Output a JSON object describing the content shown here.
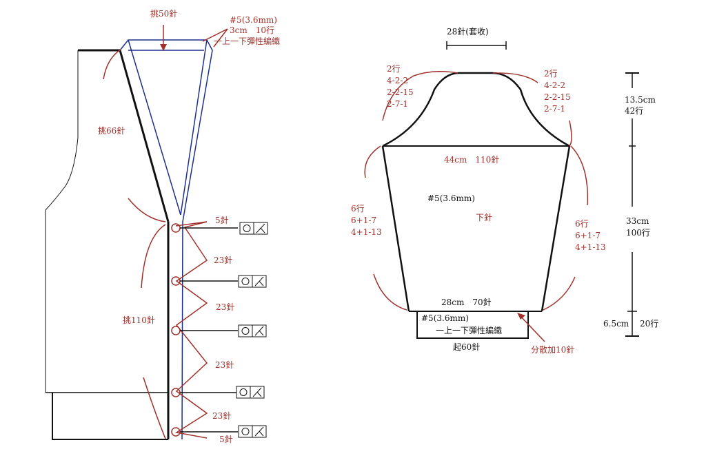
{
  "vest": {
    "collar_pick": "挑50針",
    "band_needle": "#5(3.6mm)",
    "band_size": "3cm　10行",
    "band_stitch": "一上一下彈性編織",
    "v_neck_pick": "挑66針",
    "front_pick": "挑110針",
    "edge_gap_top": "5針",
    "gap_1": "23針",
    "gap_2": "23針",
    "gap_3": "23針",
    "gap_4": "23針",
    "edge_gap_bottom": "5針",
    "buttonhole_symbol_circle": "○",
    "buttonhole_symbol_slash": "/"
  },
  "sleeve": {
    "cast_off": "28針(套收)",
    "cap_left": [
      "2行",
      "4-2-2",
      "2-2-15",
      "2-7-1"
    ],
    "cap_right": [
      "2行",
      "4-2-2",
      "2-2-15",
      "2-7-1"
    ],
    "width_top": "44cm　110針",
    "needle": "#5(3.6mm)",
    "direction": "下針",
    "side_left": [
      "6行",
      "6+1-7",
      "4+1-13"
    ],
    "side_right": [
      "6行",
      "6+1-7",
      "4+1-13"
    ],
    "width_bottom": "28cm　70針",
    "cuff_needle": "#5(3.6mm)",
    "cuff_stitch": "一上一下彈性編織",
    "cast_on": "起60針",
    "increase": "分散加10針"
  },
  "dimensions": {
    "cap_height": "13.5cm",
    "cap_rows": "42行",
    "body_height": "33cm",
    "body_rows": "100行",
    "cuff_height": "6.5cm",
    "cuff_rows": "20行"
  }
}
